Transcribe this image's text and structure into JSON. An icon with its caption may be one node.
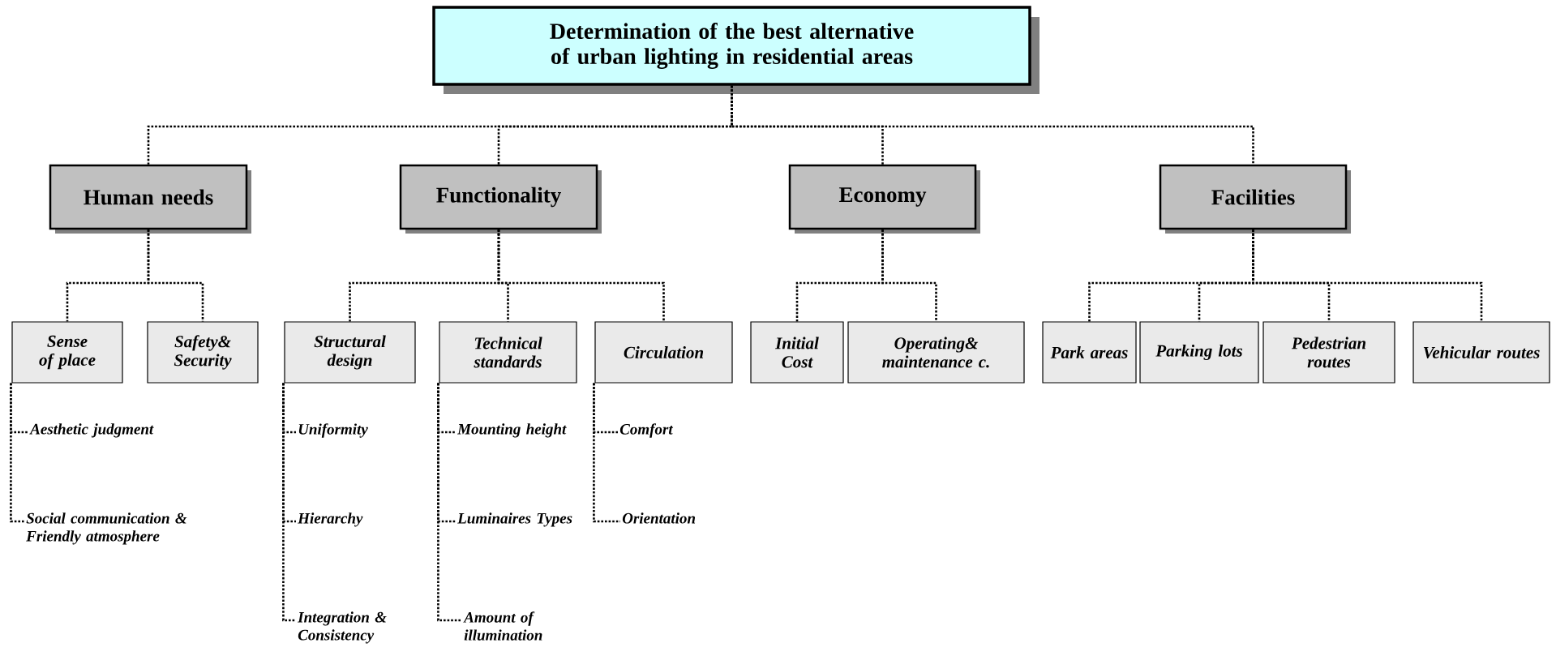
{
  "diagram": {
    "nodes": [
      {
        "text": [
          "Determination of the best alternative of urban lighting in residential areas"
        ]
      },
      {
        "text": [
          "Human needs"
        ]
      },
      {
        "text": [
          "Functionality"
        ]
      },
      {
        "text": [
          "Economy"
        ]
      },
      {
        "text": [
          "Facilities"
        ]
      },
      {
        "text": [
          "Sense of place"
        ]
      },
      {
        "text": [
          "Safety& Security"
        ]
      },
      {
        "text": [
          "Structural design"
        ]
      },
      {
        "text": [
          "Technical standards"
        ]
      },
      {
        "text": [
          "Circulation"
        ]
      },
      {
        "text": [
          "Initial Cost"
        ]
      },
      {
        "text": [
          "Operating& maintenance c."
        ]
      },
      {
        "text": [
          "Park areas"
        ]
      },
      {
        "text": [
          "Parking lots"
        ]
      },
      {
        "text": [
          "Pedestrian routes"
        ]
      },
      {
        "text": [
          "Vehicular routes"
        ]
      },
      {
        "text": [
          "Aesthetic judgment"
        ]
      },
      {
        "text": [
          "Social communication & Friendly atmosphere"
        ]
      },
      {
        "text": [
          "Uniformity"
        ]
      },
      {
        "text": [
          "Hierarchy"
        ]
      },
      {
        "text": [
          "Integration & Consistency"
        ]
      },
      {
        "text": [
          "Mounting height"
        ]
      },
      {
        "text": [
          "Luminaires Types"
        ]
      },
      {
        "text": [
          "Amount of illumination"
        ]
      },
      {
        "text": [
          "Comfort"
        ]
      },
      {
        "text": [
          "Orientation"
        ]
      }
    ],
    "edges": [
      {
        "from": 0,
        "to": 1,
        "arrow": "none"
      },
      {
        "from": 0,
        "to": 2,
        "arrow": "none"
      },
      {
        "from": 0,
        "to": 3,
        "arrow": "none"
      },
      {
        "from": 0,
        "to": 4,
        "arrow": "none"
      },
      {
        "from": 1,
        "to": 5,
        "arrow": "none"
      },
      {
        "from": 1,
        "to": 6,
        "arrow": "none"
      },
      {
        "from": 2,
        "to": 7,
        "arrow": "none"
      },
      {
        "from": 2,
        "to": 8,
        "arrow": "none"
      },
      {
        "from": 2,
        "to": 9,
        "arrow": "none"
      },
      {
        "from": 3,
        "to": 10,
        "arrow": "none"
      },
      {
        "from": 3,
        "to": 11,
        "arrow": "none"
      },
      {
        "from": 4,
        "to": 12,
        "arrow": "none"
      },
      {
        "from": 4,
        "to": 13,
        "arrow": "none"
      },
      {
        "from": 4,
        "to": 14,
        "arrow": "none"
      },
      {
        "from": 4,
        "to": 15,
        "arrow": "none"
      },
      {
        "from": 5,
        "to": 16,
        "arrow": "none"
      },
      {
        "from": 5,
        "to": 17,
        "arrow": "none"
      },
      {
        "from": 7,
        "to": 18,
        "arrow": "none"
      },
      {
        "from": 7,
        "to": 19,
        "arrow": "none"
      },
      {
        "from": 7,
        "to": 20,
        "arrow": "none"
      },
      {
        "from": 8,
        "to": 21,
        "arrow": "none"
      },
      {
        "from": 8,
        "to": 22,
        "arrow": "none"
      },
      {
        "from": 8,
        "to": 23,
        "arrow": "none"
      },
      {
        "from": 9,
        "to": 24,
        "arrow": "none"
      },
      {
        "from": 9,
        "to": 25,
        "arrow": "none"
      }
    ]
  }
}
